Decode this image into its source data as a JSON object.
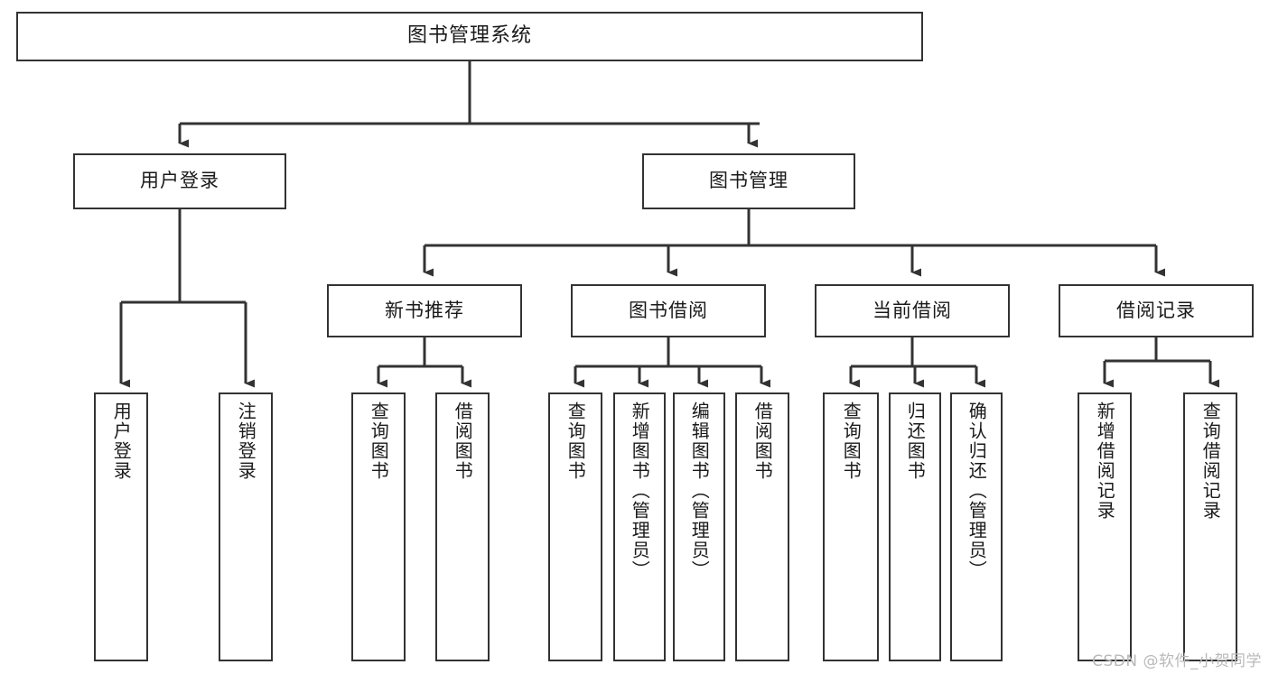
{
  "diagram": {
    "title": "图书管理系统",
    "type": "tree",
    "colors": {
      "stroke": "#333333",
      "fill": "#ffffff",
      "text": "#1a1a1a",
      "watermark": "#b9b9b9"
    },
    "nodes": {
      "root": {
        "label": "图书管理系统"
      },
      "level2": [
        {
          "label": "用户登录"
        },
        {
          "label": "图书管理"
        }
      ],
      "level3": [
        {
          "label": "新书推荐"
        },
        {
          "label": "图书借阅"
        },
        {
          "label": "当前借阅"
        },
        {
          "label": "借阅记录"
        }
      ],
      "leaves": {
        "user_login": [
          {
            "label": "用户登录"
          },
          {
            "label": "注销登录"
          }
        ],
        "new_book": [
          {
            "label": "查询图书"
          },
          {
            "label": "借阅图书"
          }
        ],
        "book_borrow": [
          {
            "label": "查询图书"
          },
          {
            "label": "新增图书（管理员）"
          },
          {
            "label": "编辑图书（管理员）"
          },
          {
            "label": "借阅图书"
          }
        ],
        "current_borrow": [
          {
            "label": "查询图书"
          },
          {
            "label": "归还图书"
          },
          {
            "label": "确认归还（管理员）"
          }
        ],
        "borrow_record": [
          {
            "label": "新增借阅记录"
          },
          {
            "label": "查询借阅记录"
          }
        ]
      }
    },
    "watermark": "CSDN @软件_小贺同学"
  }
}
